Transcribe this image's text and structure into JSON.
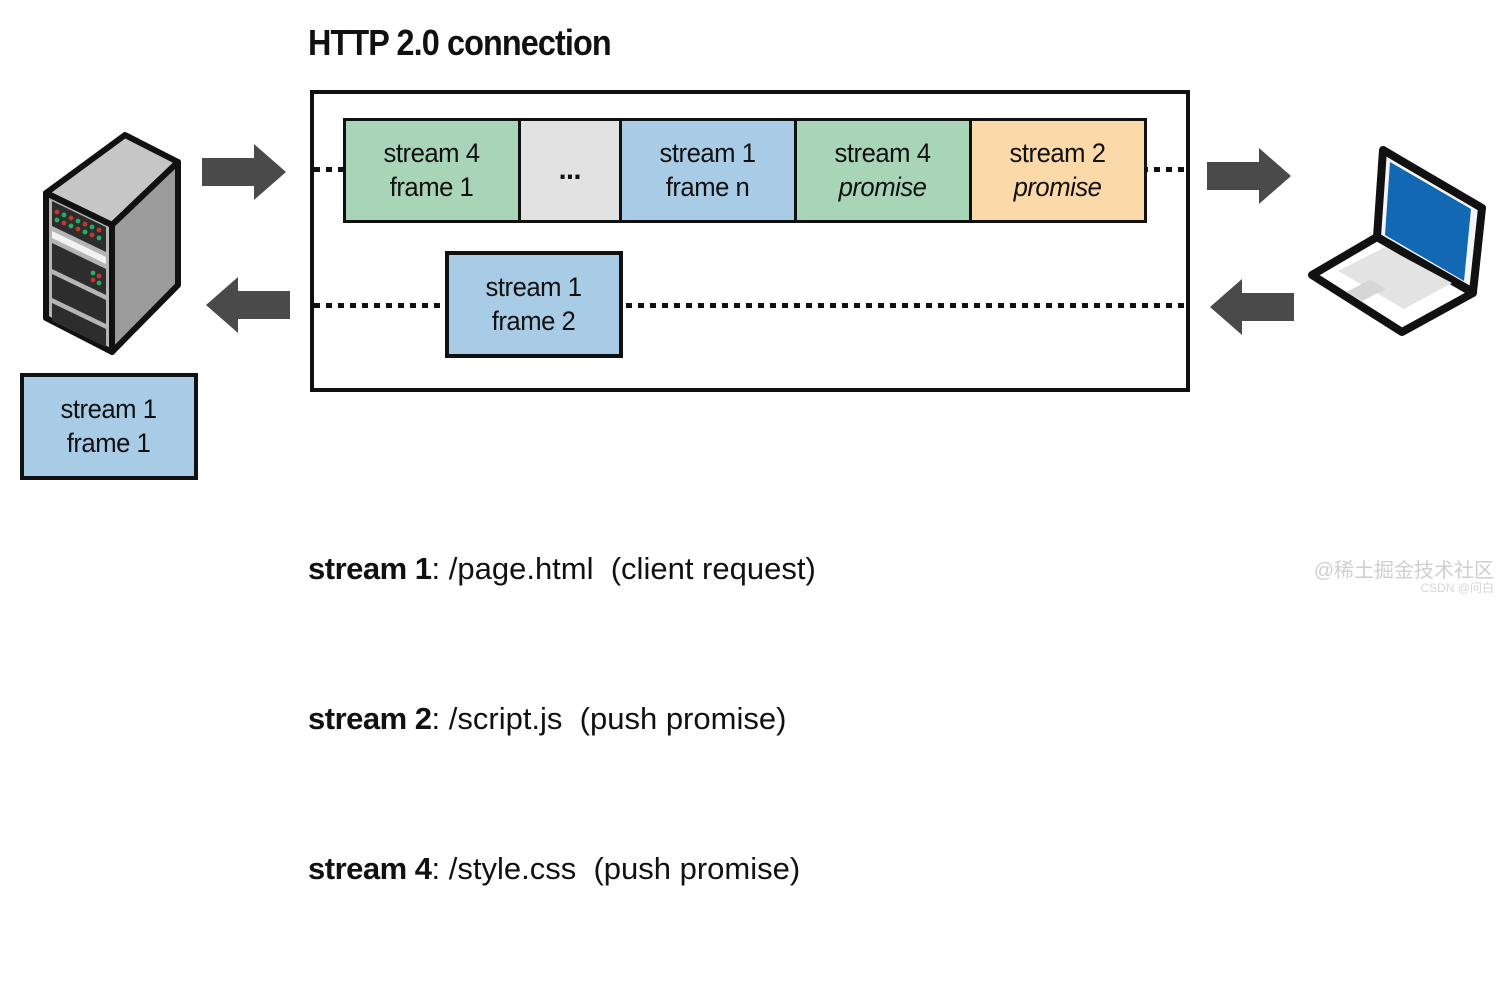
{
  "title": "HTTP 2.0 connection",
  "colors": {
    "green": "#a8d5b8",
    "gray": "#e2e2e2",
    "blue": "#a9cce6",
    "orange": "#fbd9a9",
    "ink": "#111111",
    "arrow": "#4a4a4a",
    "laptop_screen": "#1268b3"
  },
  "connection": {
    "top_frames": [
      {
        "line1": "stream 4",
        "line2": "frame 1"
      },
      {
        "line1": "...",
        "line2": ""
      },
      {
        "line1": "stream 1",
        "line2": "frame n"
      },
      {
        "line1": "stream 4",
        "line2": "promise"
      },
      {
        "line1": "stream 2",
        "line2": "promise"
      }
    ],
    "bottom_frame": {
      "line1": "stream 1",
      "line2": "frame 2"
    }
  },
  "pending_frame": {
    "line1": "stream 1",
    "line2": "frame 1"
  },
  "legend": {
    "items": [
      {
        "label": "stream 1",
        "rest": ": /page.html  (client request)"
      },
      {
        "label": "stream 2",
        "rest": ": /script.js  (push promise)"
      },
      {
        "label": "stream 4",
        "rest": ": /style.css  (push promise)"
      }
    ]
  },
  "watermark": {
    "line1": "@稀土掘金技术社区",
    "line2": "CSDN @问白"
  }
}
